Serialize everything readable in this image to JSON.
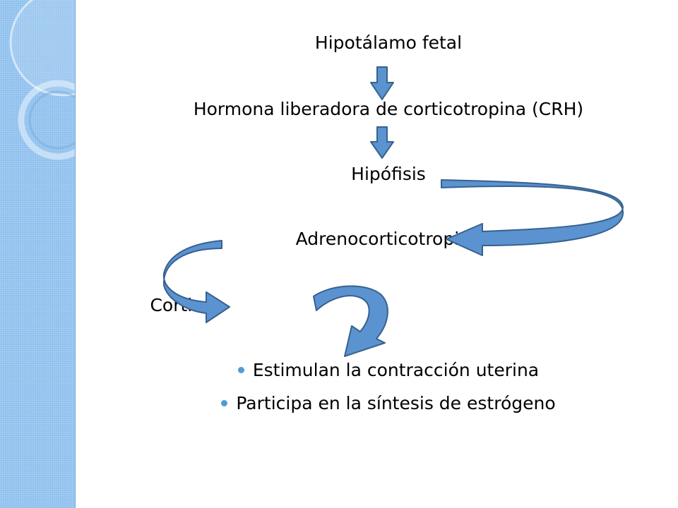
{
  "diagram": {
    "nodes": [
      {
        "id": "hipotalamo",
        "text": "Hipotálamo fetal"
      },
      {
        "id": "crh",
        "text": "Hormona liberadora de corticotropina (CRH)"
      },
      {
        "id": "hipofisis",
        "text": "Hipófisis"
      },
      {
        "id": "acth",
        "text": "Adrenocorticotropina"
      },
      {
        "id": "cortisol",
        "text": "Cortisol"
      }
    ],
    "effects": [
      "Estimulan la contracción uterina",
      "Participa en la síntesis de estrógeno"
    ],
    "edges": [
      {
        "from": "hipotalamo",
        "to": "crh"
      },
      {
        "from": "crh",
        "to": "hipofisis"
      },
      {
        "from": "hipofisis",
        "to": "acth"
      },
      {
        "from": "acth",
        "to": "cortisol"
      },
      {
        "from": "cortisol",
        "to": "effects"
      }
    ]
  },
  "colors": {
    "arrow_fill": "#5a93cf",
    "arrow_stroke": "#37618f",
    "sidebar": "#8ec0ee",
    "bullet": "#4f9bd6"
  }
}
